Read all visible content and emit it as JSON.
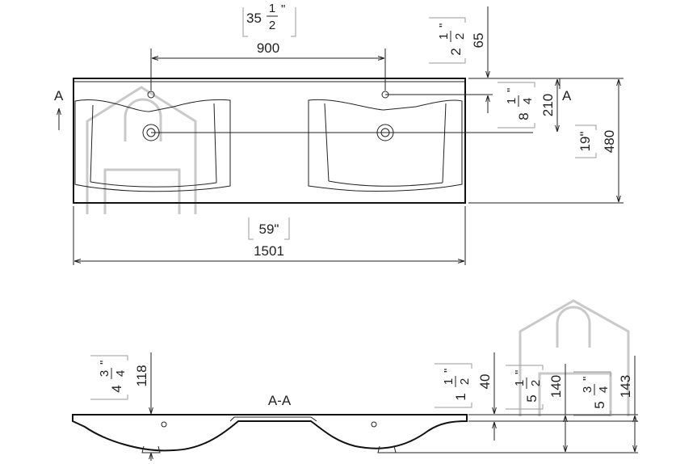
{
  "top_view": {
    "section_marker": "A",
    "faucet_spacing_mm": "900",
    "faucet_spacing_in_whole": "35",
    "faucet_spacing_in_num": "1",
    "faucet_spacing_in_den": "2",
    "width_mm": "1501",
    "width_in": "59\"",
    "depth_mm": "480",
    "depth_in": "19\"",
    "hole_offset_mm": "65",
    "hole_offset_in_whole": "2",
    "hole_offset_in_num": "1",
    "hole_offset_in_den": "2",
    "drain_offset_mm": "210",
    "drain_offset_in_whole": "8",
    "drain_offset_in_num": "1",
    "drain_offset_in_den": "4"
  },
  "section_view": {
    "title": "A-A",
    "depth_mm": "118",
    "depth_in_whole": "4",
    "depth_in_num": "3",
    "depth_in_den": "4",
    "rim_mm": "40",
    "rim_in_whole": "1",
    "rim_in_num": "1",
    "rim_in_den": "2",
    "bowl_mm": "140",
    "bowl_in_whole": "5",
    "bowl_in_num": "1",
    "bowl_in_den": "2",
    "total_mm": "143",
    "total_in_whole": "5",
    "total_in_num": "3",
    "total_in_den": "4",
    "inch_mark": "\""
  }
}
